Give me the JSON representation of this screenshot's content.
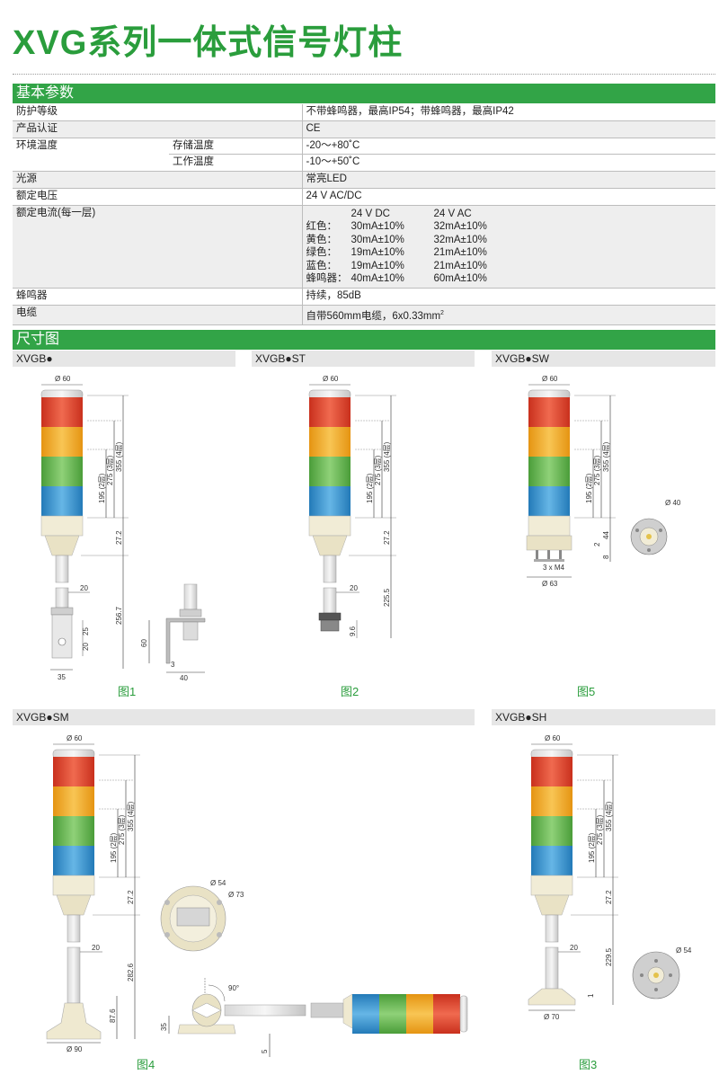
{
  "title": "XVG系列一体式信号灯柱",
  "sections": {
    "params_title": "基本参数",
    "dims_title": "尺寸图"
  },
  "params": {
    "protection": {
      "label": "防护等级",
      "value": "不带蜂鸣器，最高IP54；带蜂鸣器，最高IP42"
    },
    "cert": {
      "label": "产品认证",
      "value": "CE"
    },
    "env": {
      "label": "环境温度",
      "storage_label": "存储温度",
      "storage_value": "-20～+80˚C",
      "work_label": "工作温度",
      "work_value": "-10～+50˚C"
    },
    "light": {
      "label": "光源",
      "value": "常亮LED"
    },
    "voltage": {
      "label": "额定电压",
      "value": "24 V AC/DC"
    },
    "current": {
      "label": "额定电流(每一层)",
      "head_dc": "24 V DC",
      "head_ac": "24 V AC",
      "rows": [
        {
          "name": "红色：",
          "dc": "30mA±10%",
          "ac": "32mA±10%"
        },
        {
          "name": "黄色：",
          "dc": "30mA±10%",
          "ac": "32mA±10%"
        },
        {
          "name": "绿色：",
          "dc": "19mA±10%",
          "ac": "21mA±10%"
        },
        {
          "name": "蓝色：",
          "dc": "19mA±10%",
          "ac": "21mA±10%"
        },
        {
          "name": "蜂鸣器：",
          "dc": "40mA±10%",
          "ac": "60mA±10%"
        }
      ]
    },
    "buzzer": {
      "label": "蜂鸣器",
      "value": "持续，85dB"
    },
    "cable": {
      "label": "电缆",
      "value": "自带560mm电缆，6x0.33mm",
      "value_sup": "2"
    }
  },
  "models": {
    "m1": "XVGB●",
    "m2": "XVGB●ST",
    "m3": "XVGB●SW",
    "m4": "XVGB●SM",
    "m5": "XVGB●SH"
  },
  "figures": {
    "f1": "图1",
    "f2": "图2",
    "f5": "图5",
    "f4": "图4",
    "f3": "图3"
  },
  "dims": {
    "d60": "Ø 60",
    "d195": "195 (2层)",
    "d275": "275 (3层)",
    "d355": "355 (4层)",
    "d272": "27.2",
    "d20": "20",
    "d2567": "256.7",
    "d25": "25",
    "d35": "35",
    "d60h": "60",
    "d3": "3",
    "d40": "40",
    "d2255": "225.5",
    "d96": "9.6",
    "d40c": "Ø 40",
    "d44": "44",
    "d2": "2",
    "d8": "8",
    "dm4": "3 x M4",
    "d63": "Ø 63",
    "d54": "Ø 54",
    "d73": "Ø 73",
    "d90deg": "90°",
    "d2826": "282.6",
    "d876": "87.6",
    "d5": "5",
    "d90": "Ø 90",
    "d2295": "229.5",
    "d1": "1",
    "d70": "Ø 70"
  },
  "colors": {
    "red": "#e4432c",
    "yellow": "#f3ac1e",
    "green": "#5db247",
    "blue": "#2f8fd0",
    "brand": "#32a447"
  }
}
